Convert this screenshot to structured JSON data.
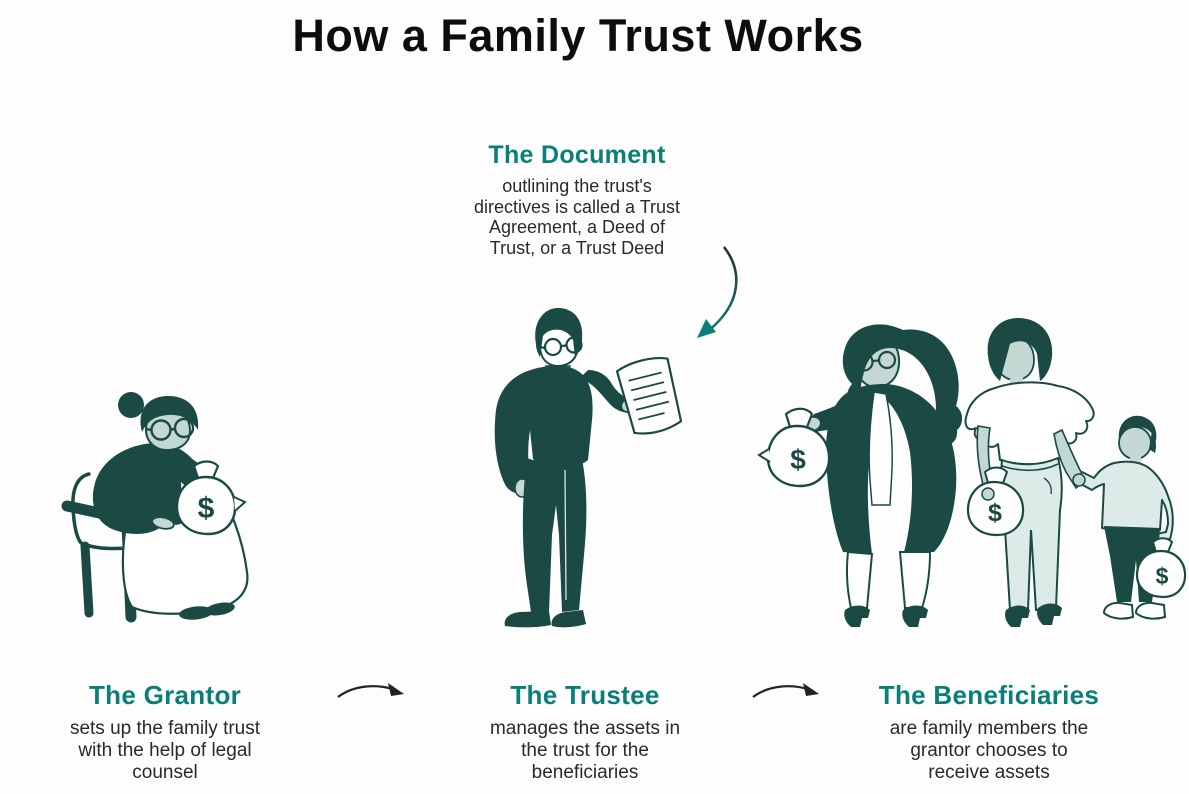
{
  "title": "How a Family Trust Works",
  "colors": {
    "accent_teal": "#087f78",
    "figure_dark": "#1b4a45",
    "figure_skin": "#c3d7d3",
    "figure_light": "#dcebe7",
    "body_text": "#2a2a2a",
    "title_text": "#0d0d0d",
    "background": "#fdfdfd"
  },
  "document_note": {
    "heading": "The Document",
    "lines": [
      "outlining the trust's",
      "directives is called a Trust",
      "Agreement, a Deed of",
      "Trust, or a Trust Deed"
    ]
  },
  "roles": [
    {
      "id": "grantor",
      "heading": "The Grantor",
      "lines": [
        "sets up the family trust",
        "with the help of legal",
        "counsel"
      ]
    },
    {
      "id": "trustee",
      "heading": "The Trustee",
      "lines": [
        "manages the assets in",
        "the trust for the",
        "beneficiaries"
      ]
    },
    {
      "id": "beneficiaries",
      "heading": "The Beneficiaries",
      "lines": [
        "are family members the",
        "grantor chooses to",
        "receive assets"
      ]
    }
  ],
  "illustration": {
    "money_bag_symbol": "$"
  }
}
